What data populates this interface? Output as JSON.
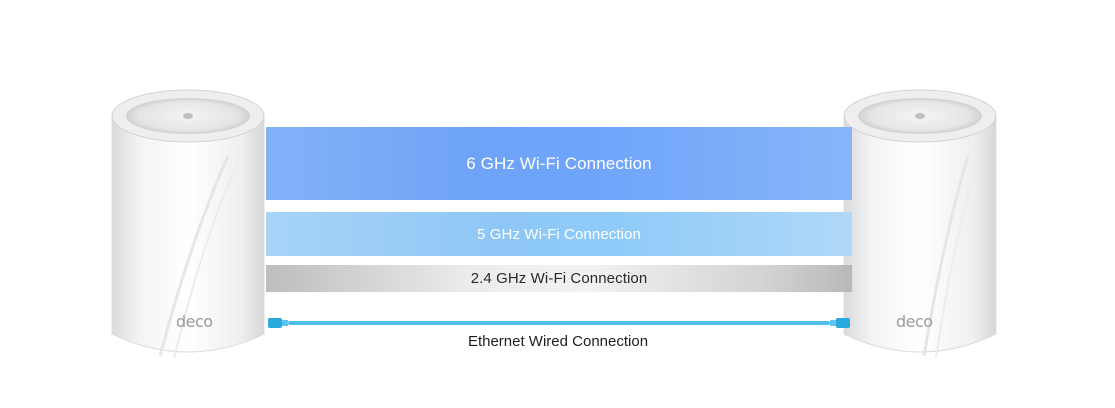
{
  "diagram": {
    "bands": [
      {
        "id": "6ghz",
        "label": "6 GHz Wi-Fi Connection",
        "color": "#6fa3f6"
      },
      {
        "id": "5ghz",
        "label": "5 GHz Wi-Fi Connection",
        "color": "#8ec6f6"
      },
      {
        "id": "24ghz",
        "label": "2.4 GHz Wi-Fi Connection",
        "color": "#d9d9d9"
      }
    ],
    "ethernet": {
      "label": "Ethernet Wired Connection",
      "cable_color": "#3ab4e6"
    },
    "devices": [
      {
        "brand": "deco"
      },
      {
        "brand": "deco"
      }
    ]
  }
}
